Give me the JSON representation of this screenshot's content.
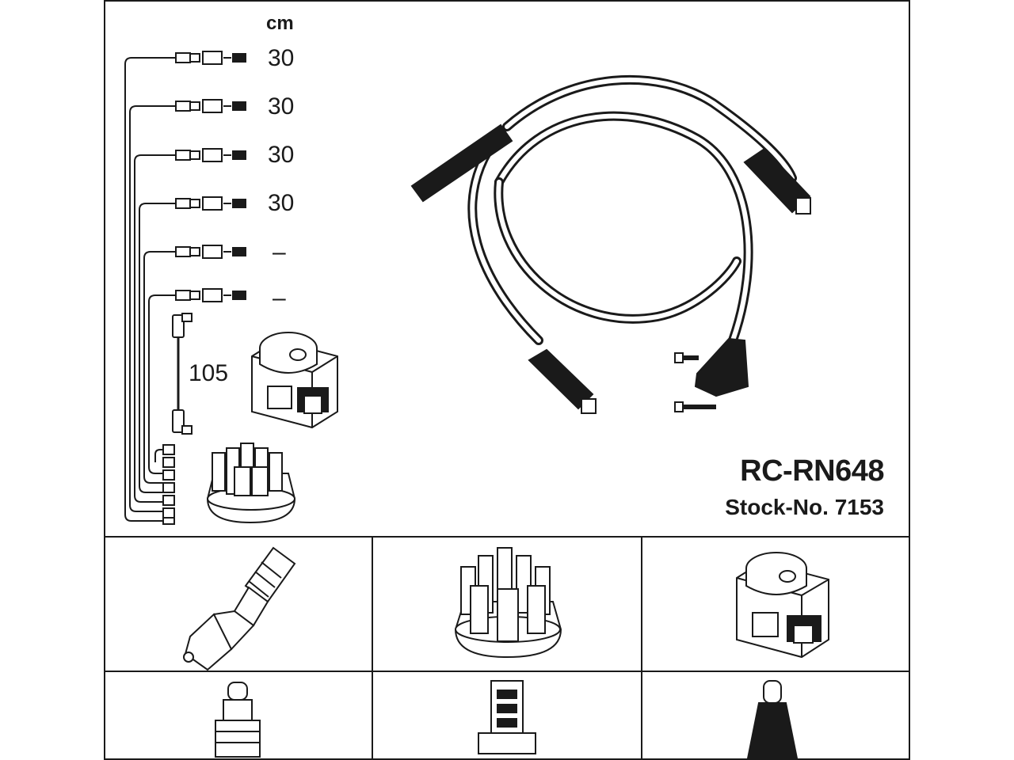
{
  "unit_label": "cm",
  "lead_lengths": [
    "30",
    "30",
    "30",
    "30",
    "–",
    "–"
  ],
  "coil_lead_length": "105",
  "part_number": "RC-RN648",
  "stock_label": "Stock-No.",
  "stock_number": "7153",
  "icons": {
    "coil": "ignition-coil-icon",
    "distributor": "distributor-cap-icon",
    "spark_plug": "spark-plug-icon",
    "plug_connector": "plug-boot-connector-icon",
    "cap_connector": "distributor-terminal-connector-icon",
    "coil_connector": "coil-terminal-connector-icon"
  },
  "colors": {
    "line": "#1a1a1a",
    "background": "#ffffff"
  }
}
